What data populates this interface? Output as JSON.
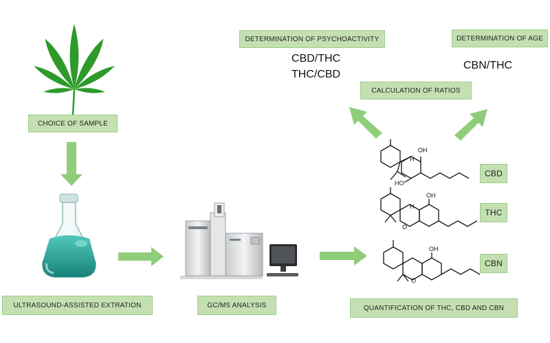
{
  "labels": {
    "choice_of_sample": "CHOICE OF SAMPLE",
    "extraction": "ULTRASOUND-ASSISTED  EXTRATION",
    "gcms": "GC/MS ANALYSIS",
    "quantification": "QUANTIFICATION  OF THC, CBD AND CBN",
    "calculation": "CALCULATION  OF RATIOS",
    "psychoactivity": "DETERMINATION OF PSYCHOACTIVITY",
    "age": "DETERMINATION OF AGE"
  },
  "ratios": {
    "psycho_line1": "CBD/THC",
    "psycho_line2": "THC/CBD",
    "age": "CBN/THC"
  },
  "compounds": {
    "cbd": "CBD",
    "thc": "THC",
    "cbn": "CBN"
  },
  "structure_labels": {
    "h": "H",
    "oh": "OH",
    "ho": "HO",
    "o": "O"
  },
  "colors": {
    "label_fill": "#c4e0b2",
    "arrow": "#8fcd7a",
    "leaf": "#2e9a2a",
    "liquid": "#2aa59a"
  }
}
